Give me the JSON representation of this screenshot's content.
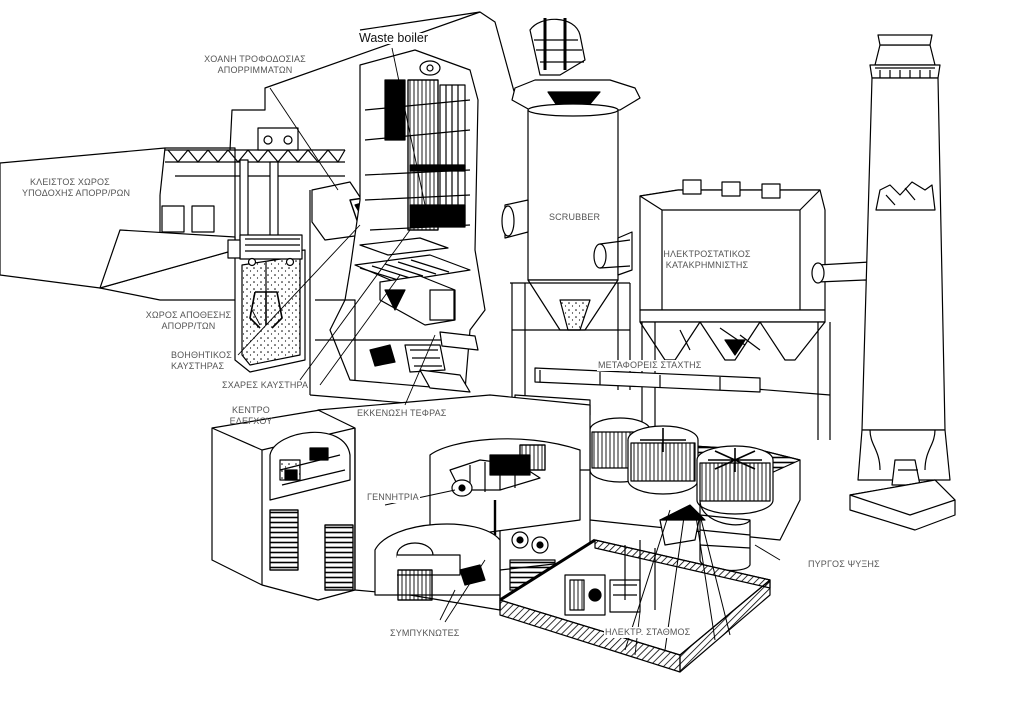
{
  "labels": {
    "hopper": [
      "ΧΟΑΝΗ ΤΡΟΦΟΔΟΣΙΑΣ",
      "ΑΠΟΡΡΙΜΜΑΤΩΝ"
    ],
    "waste_boiler": "Waste boiler",
    "closed_area": [
      "ΚΛΕΙΣΤΟΣ ΧΩΡΟΣ",
      "ΥΠΟΔΟΧΗΣ ΑΠΟΡΡ/ΡΩΝ"
    ],
    "scrubber": "SCRUBBER",
    "esp": [
      "ΗΛΕΚΤΡΟΣΤΑΤΙΚΟΣ",
      "ΚΑΤΑΚΡΗΜΝΙΣΤΗΣ"
    ],
    "storage": [
      "ΧΩΡΟΣ ΑΠΟΘΕΣΗΣ",
      "ΑΠΟΡΡ/ΤΩΝ"
    ],
    "aux_burner": [
      "ΒΟΗΘΗΤΙΚΟΣ",
      "ΚΑΥΣΤΗΡΑΣ"
    ],
    "grates": "ΣΧΑΡΕΣ ΚΑΥΣΤΗΡΑ",
    "ash_conveyors": "ΜΕΤΑΦΟΡΕΙΣ ΣΤΑΧΤΗΣ",
    "control_center": [
      "ΚΕΝΤΡΟ",
      "ΕΛΕΓΧΟΥ"
    ],
    "ash_discharge": "ΕΚΚΕΝΩΣΗ ΤΕΦΡΑΣ",
    "generator": "ΓΕΝΝΗΤΡΙΑ",
    "cooling_tower": "ΠΥΡΓΟΣ ΨΥΞΗΣ",
    "condensers": "ΣΥΜΠΥΚΝΩΤΕΣ",
    "substation": "ΗΛΕΚΤΡ. ΣΤΑΘΜΟΣ"
  }
}
